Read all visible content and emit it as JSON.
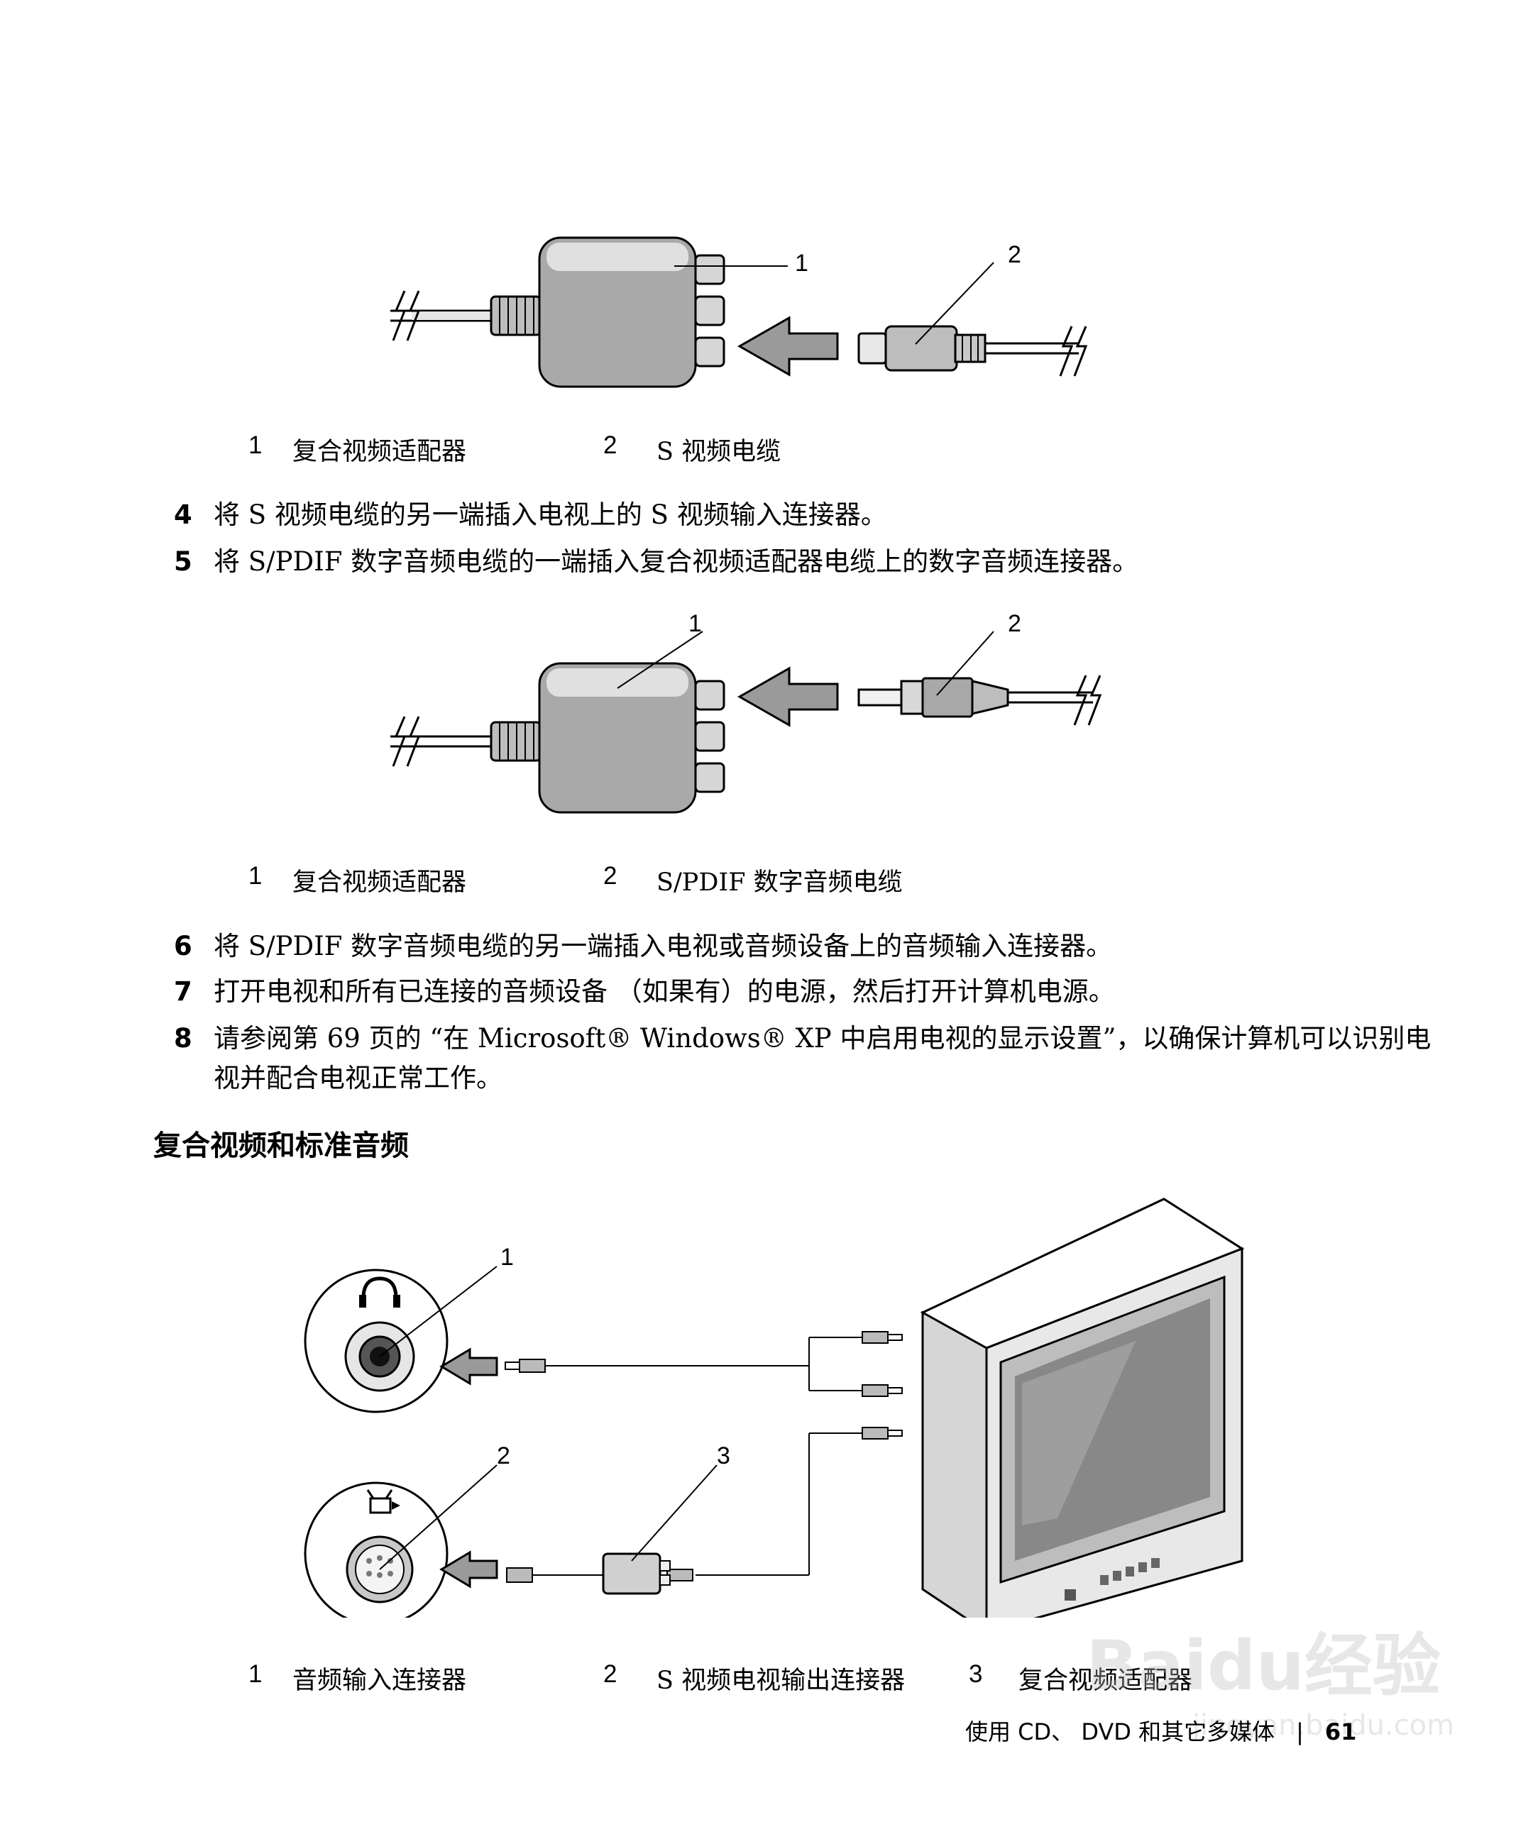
{
  "figure1": {
    "callouts": [
      "1",
      "2"
    ],
    "captions": [
      {
        "num": "1",
        "text": "复合视频适配器"
      },
      {
        "num": "2",
        "text": "S 视频电缆"
      }
    ]
  },
  "steps_a": [
    {
      "num": "4",
      "text": "将 S 视频电缆的另一端插入电视上的 S 视频输入连接器。"
    },
    {
      "num": "5",
      "text": "将 S/PDIF 数字音频电缆的一端插入复合视频适配器电缆上的数字音频连接器。"
    }
  ],
  "figure2": {
    "callouts": [
      "1",
      "2"
    ],
    "captions": [
      {
        "num": "1",
        "text": "复合视频适配器"
      },
      {
        "num": "2",
        "text": "S/PDIF 数字音频电缆"
      }
    ]
  },
  "steps_b": [
    {
      "num": "6",
      "text": "将 S/PDIF 数字音频电缆的另一端插入电视或音频设备上的音频输入连接器。"
    },
    {
      "num": "7",
      "text": "打开电视和所有已连接的音频设备 （如果有）的电源，然后打开计算机电源。"
    },
    {
      "num": "8",
      "text": "请参阅第 69 页的 “在 Microsoft® Windows® XP 中启用电视的显示设置”，以确保计算机可以识别电视并配合电视正常工作。"
    }
  ],
  "section_heading": "复合视频和标准音频",
  "figure3": {
    "callouts": [
      "1",
      "2",
      "3"
    ],
    "captions": [
      {
        "num": "1",
        "text": "音频输入连接器"
      },
      {
        "num": "2",
        "text": "S 视频电视输出连接器"
      },
      {
        "num": "3",
        "text": "复合视频适配器"
      }
    ]
  },
  "footer": {
    "chapter": "使用 CD、 DVD 和其它多媒体",
    "page": "61"
  },
  "watermark": {
    "brand": "Baidu经验",
    "url": "jingyan.baidu.com"
  }
}
